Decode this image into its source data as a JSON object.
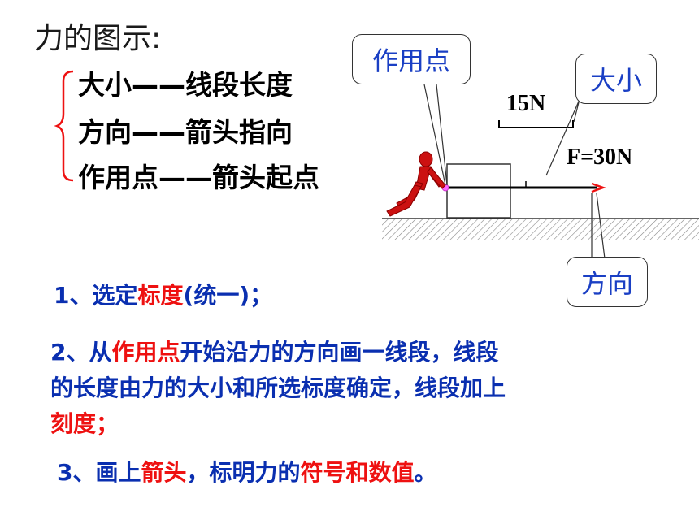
{
  "title": "力的图示:",
  "elements": [
    {
      "name": "大小",
      "dash": "——",
      "desc": "线段长度"
    },
    {
      "name": "方向",
      "dash": "——",
      "desc": "箭头指向"
    },
    {
      "name": "作用点",
      "dash": "——",
      "desc": "箭头起点"
    }
  ],
  "diagram": {
    "callout_point": "作用点",
    "callout_size": "大小",
    "callout_direction": "方向",
    "scale_label": "15N",
    "force_label": "F=30N",
    "colors": {
      "arrow": "#ee1111",
      "callout_text": "#1a3fc4",
      "figure": "#cc1111"
    }
  },
  "steps": {
    "s1": {
      "num": "1、",
      "a": "选定",
      "b": "标度",
      "c": "(统一)；"
    },
    "s2": {
      "num": "2、",
      "a": "从",
      "b": "作用点",
      "c": "开始沿力的方向画一线段，线段",
      "line2": "的长度由力的大小和所选标度确定，线段加上",
      "line3": "刻度；"
    },
    "s3": {
      "num": "3、",
      "a": "画上",
      "b": "箭头",
      "c": "，标明力的",
      "d": "符号和数值",
      "e": "。"
    }
  }
}
